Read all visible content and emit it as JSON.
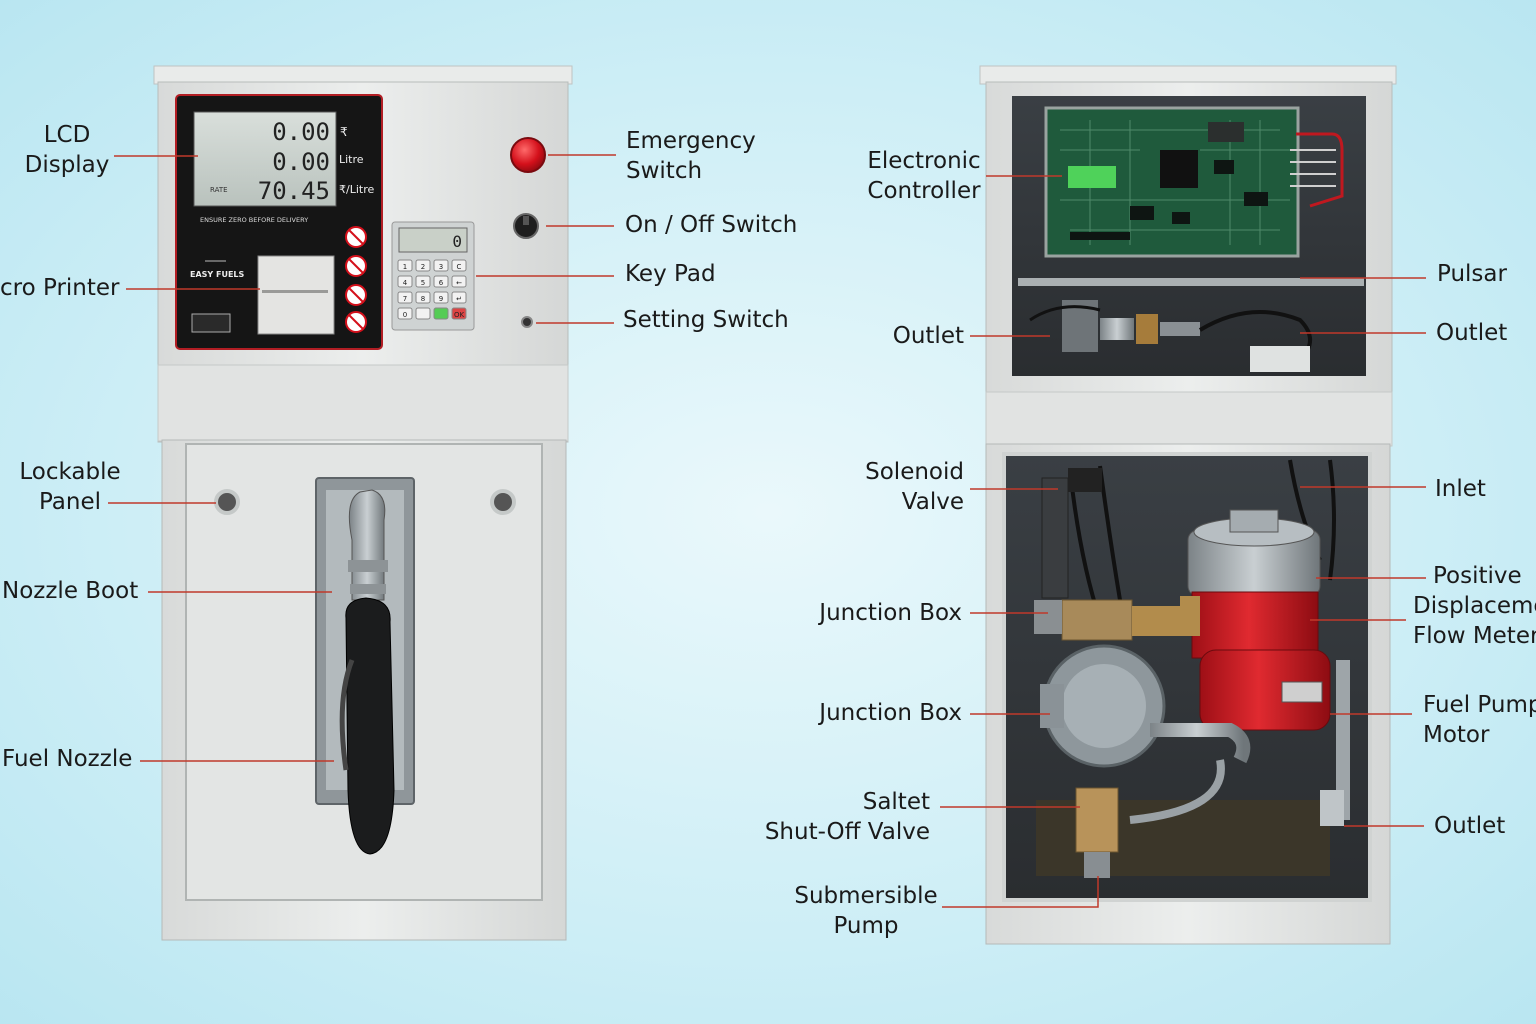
{
  "display": {
    "amount": "0.00",
    "currency_symbol": "₹",
    "volume": "0.00",
    "volume_unit": "Litre",
    "rate_tag": "RATE",
    "rate": "70.45",
    "rate_unit": "₹/Litre",
    "notice": "ENSURE ZERO BEFORE DELIVERY",
    "brand": "EASY FUELS"
  },
  "keypad": {
    "screen": "0",
    "keys": [
      "1",
      "2",
      "3",
      "C",
      "4",
      "5",
      "6",
      "←",
      "7",
      "8",
      "9",
      "↵",
      "0",
      "",
      "",
      "OK"
    ]
  },
  "labels": {
    "lcd_display": [
      "LCD",
      "Display"
    ],
    "micro_printer": "cro Printer",
    "lockable_panel": [
      "Lockable",
      "Panel"
    ],
    "nozzle_boot": "Nozzle Boot",
    "fuel_nozzle": "Fuel Nozzle",
    "emergency_switch": [
      "Emergency",
      "Switch"
    ],
    "on_off_switch": "On / Off Switch",
    "key_pad": "Key Pad",
    "setting_switch": "Setting Switch",
    "electronic_controller": [
      "Electronic",
      "Controller"
    ],
    "outlet_upper_left": "Outlet",
    "solenoid_valve": [
      "Solenoid",
      "Valve"
    ],
    "junction_box_1": "Junction Box",
    "junction_box_2": "Junction Box",
    "shutoff_valve": [
      "Saltet",
      "Shut-Off Valve"
    ],
    "submersible_pump": [
      "Submersible",
      "Pump"
    ],
    "pulsar": "Pulsar",
    "outlet_upper_right": "Outlet",
    "inlet": "Inlet",
    "flow_meter": [
      "Positive",
      "Displaceme",
      "Flow Meter"
    ],
    "fuel_pump_motor": [
      "Fuel Pump",
      "Motor"
    ],
    "outlet_lower_right": "Outlet"
  },
  "colors": {
    "leader_line": "#c0392b",
    "panel_body": "#e6e8e7",
    "display_frame": "#151515",
    "emergency_red": "#d4101b",
    "meter_red": "#d81e26",
    "pcb_green": "#1f5a3c"
  }
}
